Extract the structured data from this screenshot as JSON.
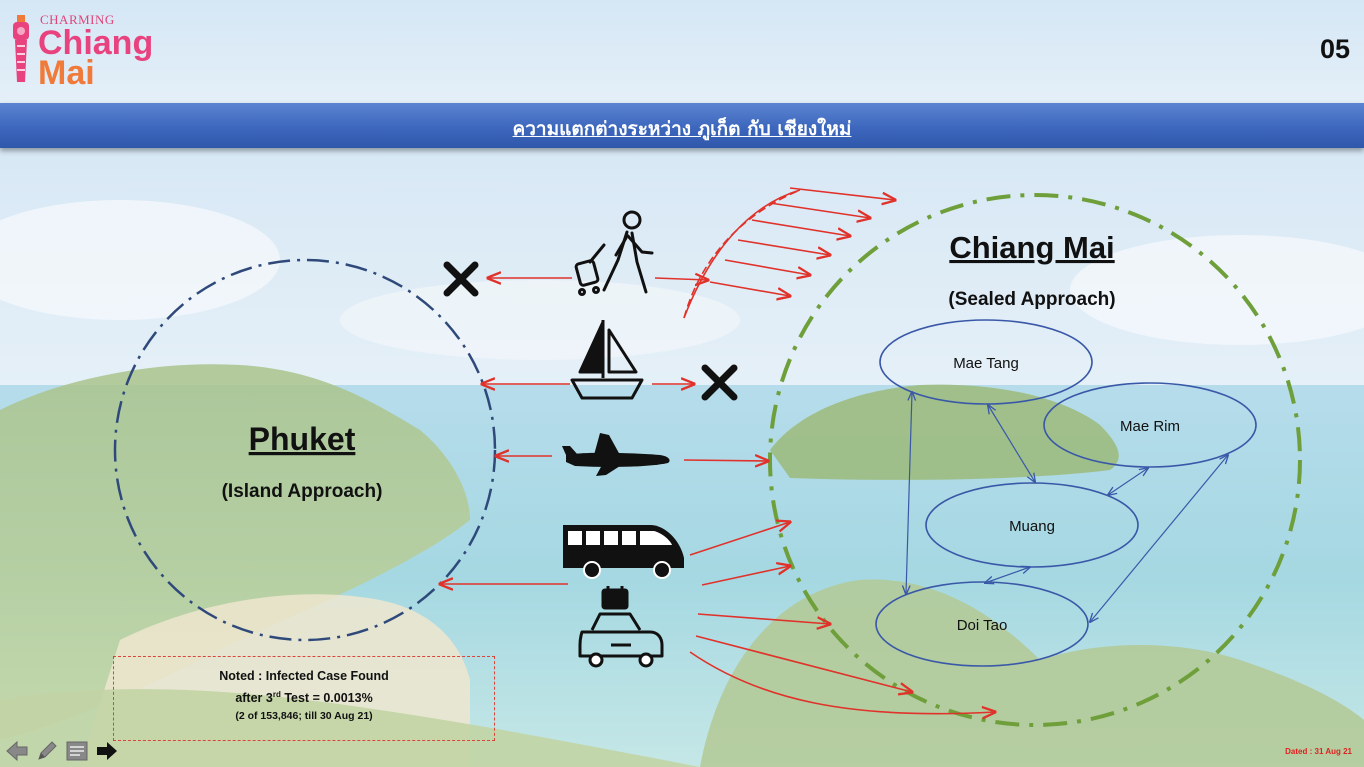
{
  "header": {
    "logo": {
      "small": "CHARMING",
      "line1": "Chiang",
      "line2": "Mai"
    },
    "page_number": "05",
    "title": "ความแตกต่างระหว่าง ภูเก็ต กับ เชียงใหม่"
  },
  "phuket": {
    "name": "Phuket",
    "subtitle": "(Island Approach)"
  },
  "chiangmai": {
    "name": "Chiang Mai",
    "subtitle": "(Sealed Approach)",
    "districts": [
      "Mae Tang",
      "Mae Rim",
      "Muang",
      "Doi Tao"
    ]
  },
  "transport": [
    {
      "icon": "walking-traveler-icon",
      "to_phuket": false,
      "to_chiangmai": "restricted"
    },
    {
      "icon": "sailboat-icon",
      "to_phuket": true,
      "to_chiangmai": false
    },
    {
      "icon": "airplane-icon",
      "to_phuket": true,
      "to_chiangmai": true
    },
    {
      "icon": "bus-icon",
      "to_phuket": true,
      "to_chiangmai": true
    },
    {
      "icon": "car-with-luggage-icon",
      "to_phuket": true,
      "to_chiangmai": true
    }
  ],
  "note": {
    "line1": "Noted : Infected Case Found",
    "line2_prefix": "after 3",
    "line2_sup": "rd",
    "line2_suffix": " Test = 0.0013%",
    "line3": "(2 of 153,846; till 30 Aug 21)"
  },
  "dated": "Dated : 31 Aug 21",
  "nav": [
    "back-arrow-icon",
    "pen-icon",
    "notes-icon",
    "forward-arrow-icon"
  ],
  "colors": {
    "phuket_circle": "#2f4a7a",
    "chiangmai_circle": "#6e9f3a",
    "arrow": "#e0322a",
    "district_ellipse": "#3a58a8",
    "title_bar": "#3d67bd",
    "logo_pink": "#e8437f",
    "logo_orange": "#f07a3a"
  }
}
